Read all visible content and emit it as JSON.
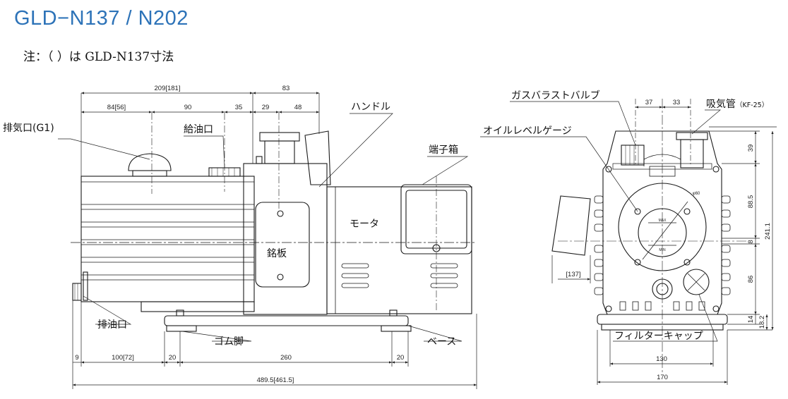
{
  "title": "GLD−N137 / N202",
  "note": "注：（ ）は GLD-N137寸法",
  "labels": {
    "exhaust": "排気口(G1)",
    "oil_fill": "給油口",
    "handle": "ハンドル",
    "terminal_box": "端子箱",
    "motor": "モータ",
    "nameplate": "銘板",
    "oil_drain": "排油口",
    "rubber_foot": "ゴム脚",
    "base": "ベース",
    "gas_ballast": "ガスバラストバルブ",
    "intake_main": "吸気管",
    "intake_sub": "（KF-25）",
    "oil_gauge": "オイルレベルゲージ",
    "filter_cap": "フィルターキャップ"
  },
  "gauge": {
    "max": "MAX",
    "min": "MIN",
    "diameter": "φ60"
  },
  "dims": {
    "d209": "209[181]",
    "d83": "83",
    "d84": "84[56]",
    "d90": "90",
    "d35": "35",
    "d29": "29",
    "d48": "48",
    "d9": "9",
    "d100": "100[72]",
    "d20a": "20",
    "d260": "260",
    "d20b": "20",
    "d489": "489.5[461.5]",
    "d37": "37",
    "d33": "33",
    "d39": "39",
    "d88": "88.5",
    "d8": "8",
    "d241": "241.1",
    "d86": "86",
    "d14": "14",
    "d18": "18.2",
    "d137": "[137]",
    "d130": "130",
    "d170": "170"
  },
  "colors": {
    "title": "#2d73b8",
    "line": "#1a1a1a"
  }
}
